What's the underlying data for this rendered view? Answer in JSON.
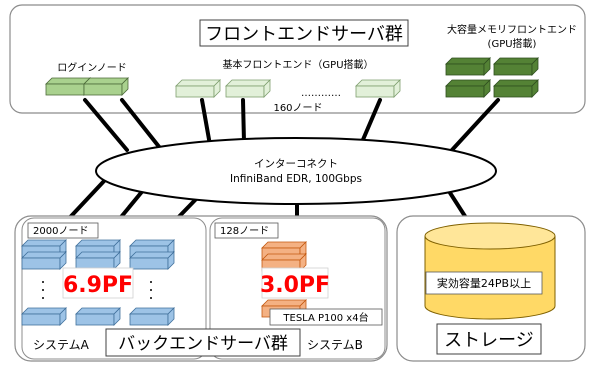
{
  "frontend": {
    "group_label": "フロントエンドサーバ群",
    "login_label": "ログインノード",
    "basic_label": "基本フロントエンド（GPU搭載）",
    "basic_dots": "…………",
    "basic_count": "160ノード",
    "largemem_label_1": "大容量メモリフロントエンド",
    "largemem_label_2": "(GPU搭載)"
  },
  "interconnect": {
    "line1": "インターコネクト",
    "line2": "InfiniBand EDR, 100Gbps"
  },
  "backend": {
    "group_label": "バックエンドサーバ群",
    "system_a": {
      "nodes": "2000ノード",
      "perf": "6.9PF",
      "name": "システムA"
    },
    "system_b": {
      "nodes": "128ノード",
      "perf": "3.0PF",
      "gpu": "TESLA P100 x4台",
      "name": "システムB"
    }
  },
  "storage": {
    "capacity": "実効容量24PB以上",
    "name": "ストレージ"
  },
  "colors": {
    "login_green": "#a9d18e",
    "basic_green": "#e2f0d9",
    "largemem_green": "#548235",
    "system_a_blue": "#9dc3e6",
    "system_b_orange": "#f4b183",
    "storage_yellow": "#ffd966",
    "perf_red": "#ff0000"
  }
}
